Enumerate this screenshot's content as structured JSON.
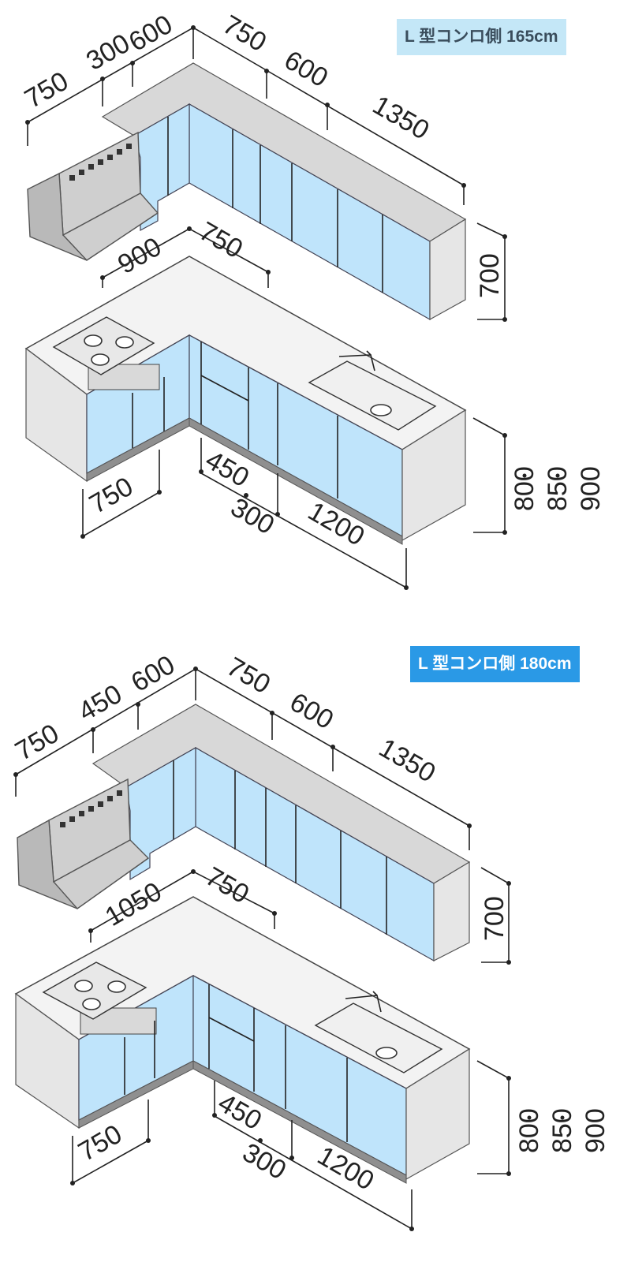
{
  "variants": [
    {
      "badge": "L 型コンロ側 165cm",
      "wall_left": [
        "750",
        "300",
        "600"
      ],
      "wall_right": [
        "750",
        "600",
        "1350"
      ],
      "wall_height": "700",
      "counter_left": "900",
      "counter_right": "750",
      "base_left": "750",
      "base_right": [
        "450",
        "300",
        "1200"
      ],
      "base_height": [
        "800",
        "850",
        "900"
      ]
    },
    {
      "badge": "L 型コンロ側 180cm",
      "wall_left": [
        "750",
        "450",
        "600"
      ],
      "wall_right": [
        "750",
        "600",
        "1350"
      ],
      "wall_height": "700",
      "counter_left": "1050",
      "counter_right": "750",
      "base_left": "750",
      "base_right": [
        "450",
        "300",
        "1200"
      ],
      "base_height": [
        "800",
        "850",
        "900"
      ]
    }
  ],
  "colors": {
    "door": "#bfe4fb",
    "badge_light": "#c4e7f7",
    "badge_dark": "#2a99e6"
  }
}
